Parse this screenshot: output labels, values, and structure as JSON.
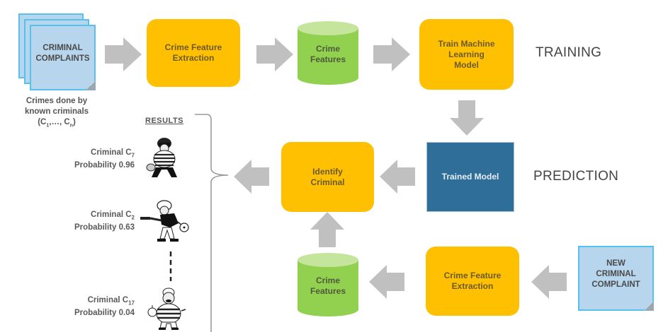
{
  "diagram": {
    "phases": {
      "training": "TRAINING",
      "prediction": "PREDICTION"
    },
    "training_flow": {
      "input_doc": {
        "label_line1": "CRIMINAL",
        "label_line2": "COMPLAINTS",
        "icon": "stacked-documents-icon"
      },
      "input_caption": {
        "line1": "Crimes done by",
        "line2": "known criminals",
        "line3_prefix": "(C",
        "line3_sub1": "1",
        "line3_mid": ",…, C",
        "line3_sub2": "n",
        "line3_suffix": ")"
      },
      "extraction": {
        "line1": "Crime Feature",
        "line2": "Extraction"
      },
      "features": {
        "line1": "Crime",
        "line2": "Features",
        "icon": "database-cylinder-icon"
      },
      "train": {
        "line1": "Train Machine",
        "line2": "Learning",
        "line3": "Model"
      }
    },
    "prediction_flow": {
      "trained_model": {
        "label": "Trained Model"
      },
      "identify": {
        "line1": "Identify",
        "line2": "Criminal"
      },
      "features": {
        "line1": "Crime",
        "line2": "Features",
        "icon": "database-cylinder-icon"
      },
      "extraction": {
        "line1": "Crime Feature",
        "line2": "Extraction"
      },
      "new_complaint": {
        "line1": "NEW",
        "line2": "CRIMINAL",
        "line3": "COMPLAINT",
        "icon": "document-icon"
      }
    },
    "results": {
      "heading": "RESULTS",
      "items": [
        {
          "prefix": "Criminal C",
          "sub": "7",
          "probability_label": "Probability 0.96",
          "probability": 0.96,
          "icon": "burglar-striped-shirt-icon"
        },
        {
          "prefix": "Criminal C",
          "sub": "2",
          "probability_label": "Probability 0.63",
          "probability": 0.63,
          "icon": "robber-with-gun-icon"
        },
        {
          "prefix": "Criminal C",
          "sub": "17",
          "probability_label": "Probability 0.04",
          "probability": 0.04,
          "icon": "chubby-burglar-icon"
        }
      ]
    },
    "colors": {
      "process_box": "#fec000",
      "data_store": "#92d050",
      "data_store_top": "#c4e59b",
      "model_box": "#2f6e98",
      "document": "#b7d5ec",
      "document_border": "#56c1ec",
      "arrow": "#c0c0c0"
    }
  }
}
